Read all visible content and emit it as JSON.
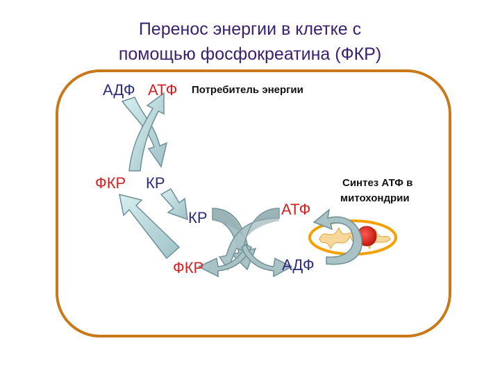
{
  "title": {
    "line1": "Перенос энергии в клетке с",
    "line2": "помощью фосфокреатина (ФКР)"
  },
  "labels": {
    "adf_top": "АДФ",
    "atf_top": "АТФ",
    "consumer": "Потребитель энергии",
    "fkr_left": "ФКР",
    "kr_left": "КР",
    "kr_mid": "КР",
    "fkr_bottom": "ФКР",
    "atf_right": "АТФ",
    "adf_right": "АДФ",
    "synthesis_line1": "Синтез АТФ в",
    "synthesis_line2": "митохондрии"
  },
  "colors": {
    "frame": "#c9781a",
    "arrow_fill": "#b7d9dc",
    "arrow_stroke": "#6f8f96",
    "arrow_dark": "#8fa8ad",
    "mito_outer": "#f2a100",
    "mito_inner": "#f7d89a",
    "mito_red": "#e4241c",
    "text_blue": "#2c2c7c",
    "text_red": "#d42020"
  },
  "icons": {
    "mitochondrion": "mitochondrion-icon"
  }
}
